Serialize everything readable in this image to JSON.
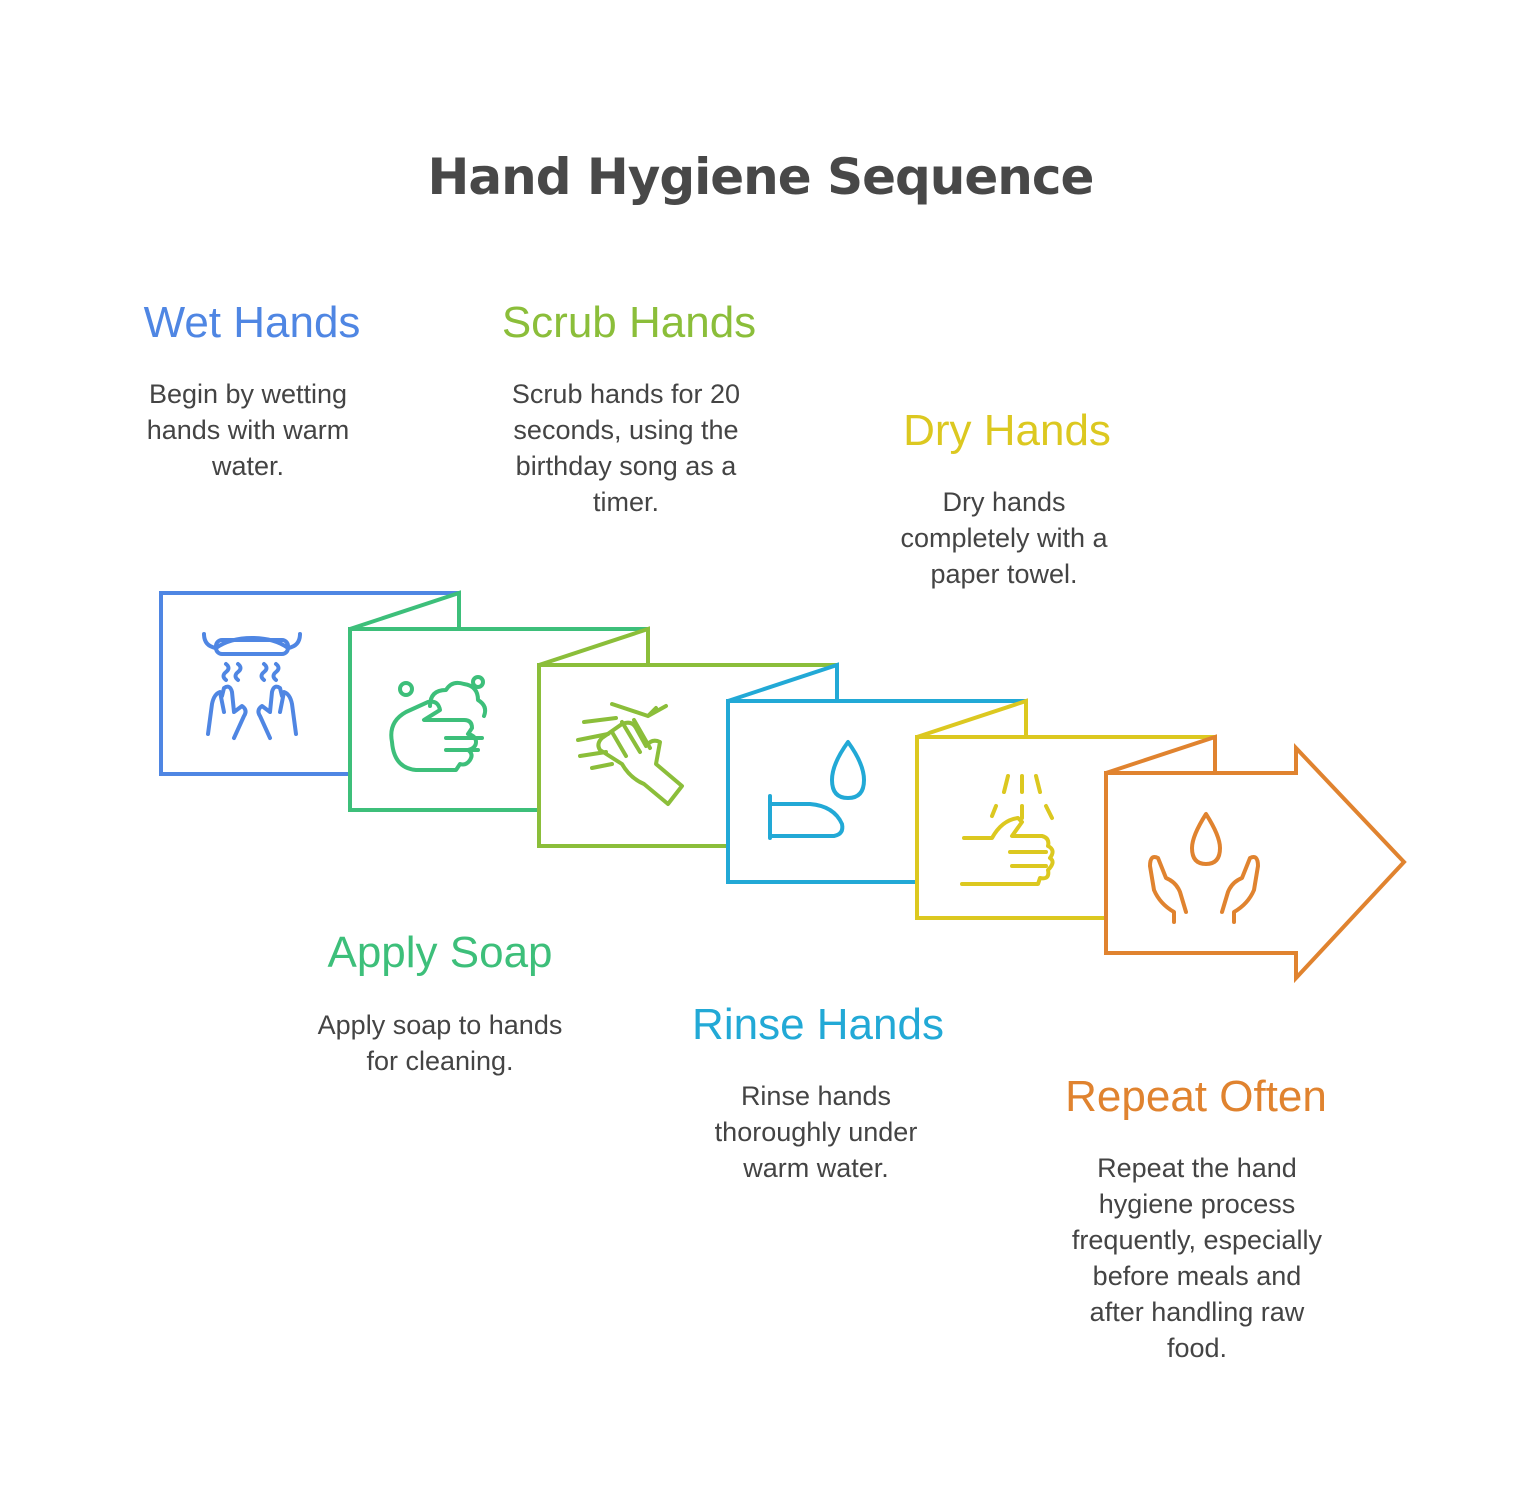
{
  "title": "Hand Hygiene Sequence",
  "steps": [
    {
      "title": "Wet Hands",
      "description": "Begin by wetting hands with warm water.",
      "color": "#4F86E3",
      "icon": "hand-dryer-icon"
    },
    {
      "title": "Apply Soap",
      "description": "Apply soap to hands for cleaning.",
      "color": "#3DBF7A",
      "icon": "soap-hand-icon"
    },
    {
      "title": "Scrub Hands",
      "description": "Scrub hands for 20 seconds, using the birthday song as a timer.",
      "color": "#8BBE3A",
      "icon": "scrub-hands-icon"
    },
    {
      "title": "Rinse Hands",
      "description": "Rinse hands thoroughly under warm water.",
      "color": "#22A9D6",
      "icon": "rinse-drop-icon"
    },
    {
      "title": "Dry Hands",
      "description": "Dry hands completely with a paper towel.",
      "color": "#DCC820",
      "icon": "dry-hand-spray-icon"
    },
    {
      "title": "Repeat Often",
      "description": "Repeat the hand hygiene process frequently, especially before meals and after handling raw food.",
      "color": "#E0832F",
      "icon": "drop-hands-icon"
    }
  ]
}
